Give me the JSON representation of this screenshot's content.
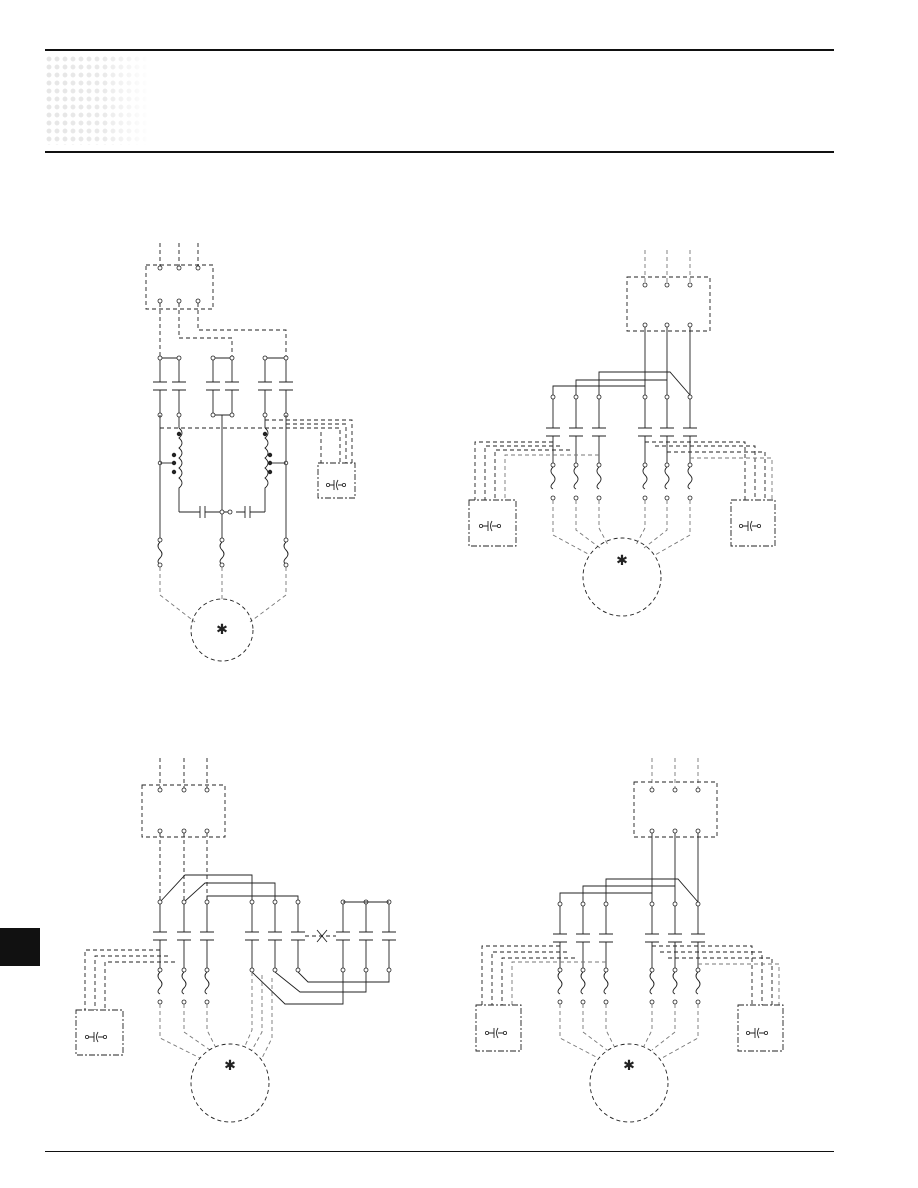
{
  "page": {
    "header_text": "",
    "footer_text": ""
  },
  "diagrams": [
    {
      "id": "diagram-top-left"
    },
    {
      "id": "diagram-top-right"
    },
    {
      "id": "diagram-bottom-left"
    },
    {
      "id": "diagram-bottom-right"
    }
  ],
  "symbols": {
    "motor_mark": "✱",
    "overload_relay_mark": "o–|(–o"
  },
  "colors": {
    "ink": "#222222",
    "dashed_gray": "#777777",
    "tab": "#111111"
  }
}
